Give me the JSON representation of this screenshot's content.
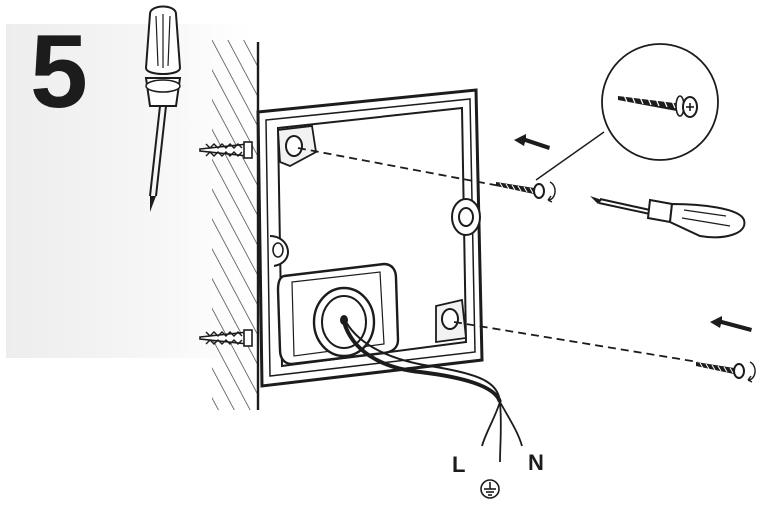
{
  "step": {
    "number": "5"
  },
  "wires": {
    "live": "L",
    "neutral": "N"
  },
  "icons": {
    "ground": "ground-symbol-icon",
    "screwdriver": "screwdriver-icon",
    "screw": "screw-icon",
    "anchor": "wall-anchor-icon",
    "arrow": "direction-arrow-icon",
    "rotation": "rotation-icon",
    "magnifier": "detail-magnifier-icon"
  },
  "colors": {
    "ink": "#1c1c1c",
    "panel": "#efefef"
  }
}
